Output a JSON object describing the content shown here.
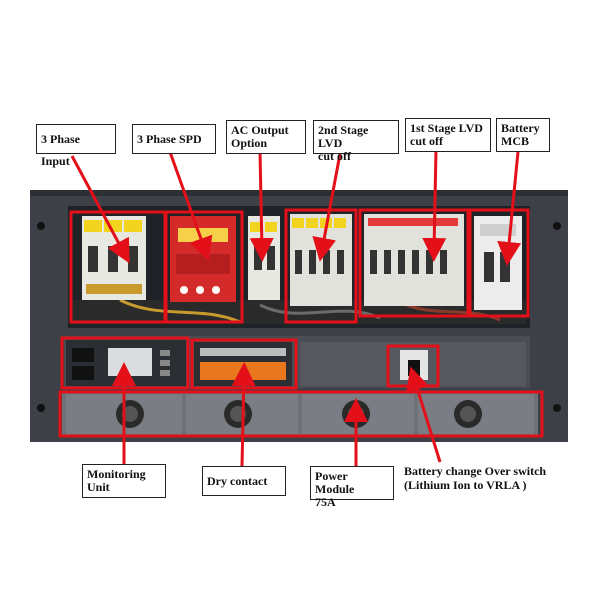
{
  "labels": {
    "three_phase_input": "3 Phase Input",
    "three_phase_spd": "3 Phase SPD",
    "ac_output_line1": "AC Output",
    "ac_output_line2": "Option",
    "lvd2_line1": "2nd Stage LVD",
    "lvd2_line2": "cut off",
    "lvd1_line1": "1st Stage LVD",
    "lvd1_line2": "cut off",
    "battery_mcb_line1": "Battery",
    "battery_mcb_line2": "MCB",
    "monitoring_line1": "Monitoring",
    "monitoring_line2": "Unit",
    "dry_contact": "Dry contact",
    "power_module_line1": "Power Module",
    "power_module_line2": "75A",
    "battery_switch_line1": "Battery change Over switch",
    "battery_switch_line2": "(Lithium Ion to VRLA )"
  },
  "colors": {
    "highlight": "#e3101a",
    "chassis": "#3d4147",
    "breaker_white": "#e8e8e2",
    "spd_red": "#d42a2a",
    "breaker_yellow": "#f2d320"
  }
}
